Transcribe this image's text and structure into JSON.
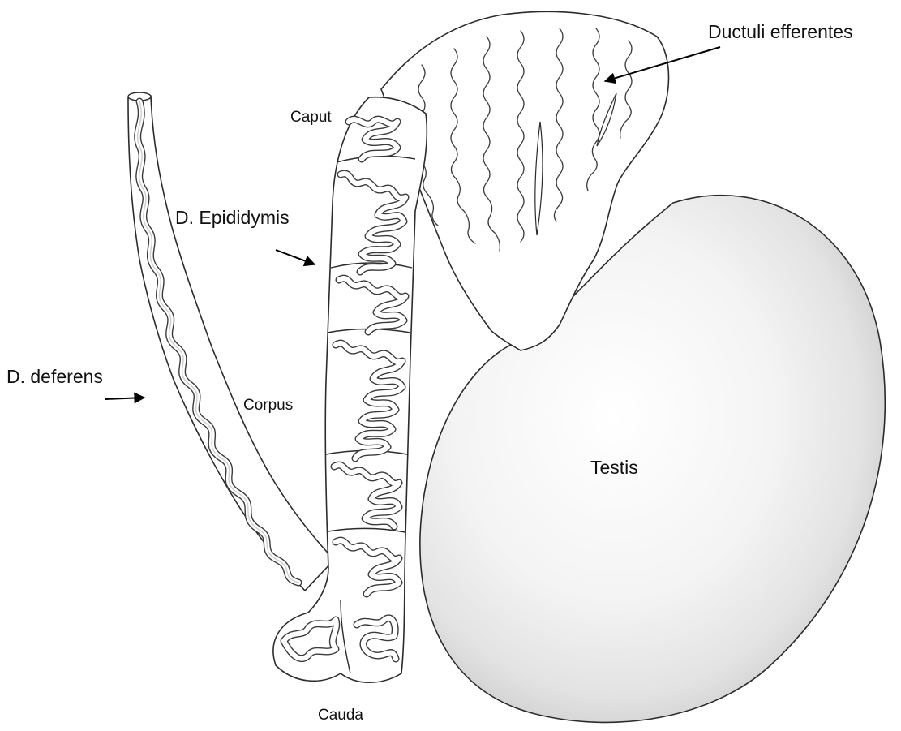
{
  "labels": {
    "ductuli_efferentes": "Ductuli efferentes",
    "caput": "Caput",
    "d_epididymis": "D. Epididymis",
    "d_deferens": "D. deferens",
    "corpus": "Corpus",
    "testis": "Testis",
    "cauda": "Cauda"
  },
  "colors": {
    "outline": "#2b2b2b",
    "testis_highlight": "#ffffff",
    "testis_shadow": "#cfcfcf",
    "text": "#111111"
  }
}
